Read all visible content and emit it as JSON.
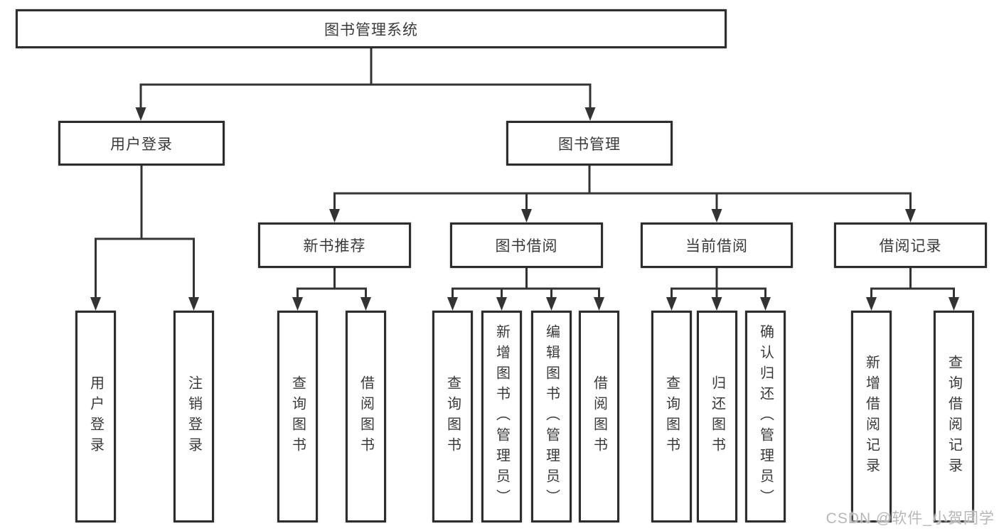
{
  "diagram": {
    "root": "图书管理系统",
    "level2": {
      "user_login": "用户登录",
      "book_mgmt": "图书管理"
    },
    "level3": {
      "new_book_rec": "新书推荐",
      "book_borrow": "图书借阅",
      "current_borrow": "当前借阅",
      "borrow_records": "借阅记录"
    },
    "leaves": {
      "user_login": "用户登录",
      "logout": "注销登录",
      "rec_query_book": "查询图书",
      "rec_borrow_book": "借阅图书",
      "borrow_query_book": "查询图书",
      "borrow_add_book": "新增图书（管理员）",
      "borrow_edit_book": "编辑图书（管理员）",
      "borrow_borrow_book": "借阅图书",
      "current_query_book": "查询图书",
      "current_return_book": "归还图书",
      "current_confirm_return": "确认归还（管理员）",
      "records_add_record": "新增借阅记录",
      "records_query_record": "查询借阅记录"
    }
  },
  "watermark": "CSDN @软件_小贺同学",
  "colors": {
    "line": "#333333",
    "box_border": "#2d2d2d",
    "text": "#3a3a3a",
    "background": "#ffffff",
    "watermark": "#b7b7b7"
  }
}
